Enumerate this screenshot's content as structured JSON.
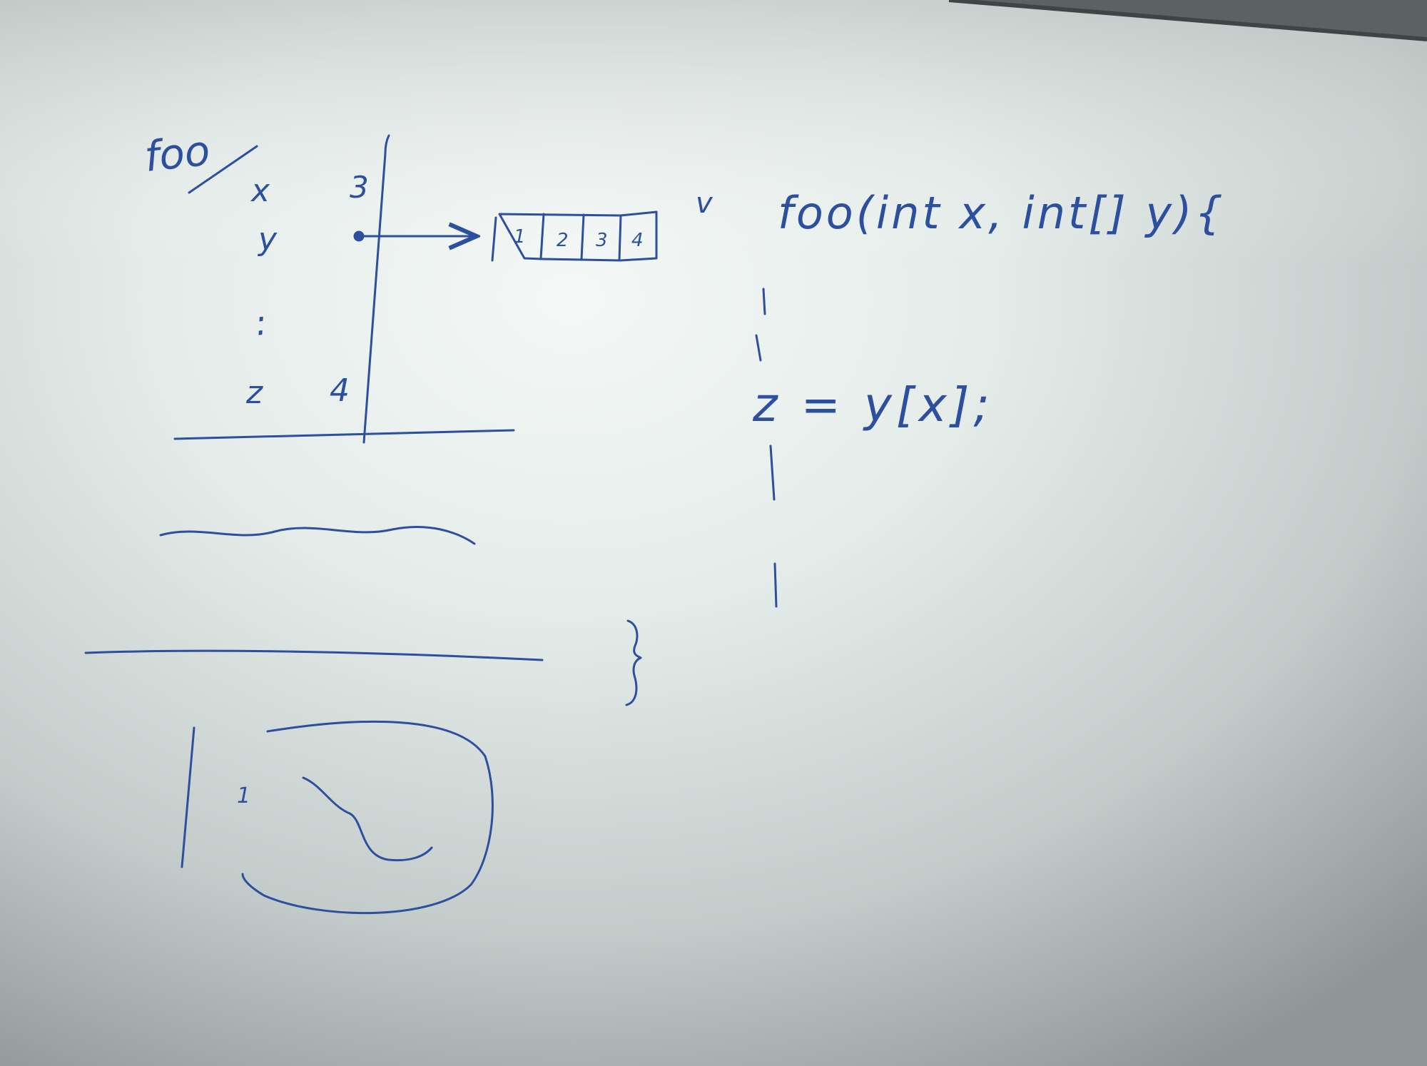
{
  "board": {
    "colors": {
      "ink": "#2c4f9e",
      "board_light": "#f1f6f4",
      "board_mid": "#c9d6d2",
      "board_shadow": "#7c8486",
      "frame": "#5c6264"
    }
  },
  "frame": {
    "label": "foo",
    "rows": [
      {
        "name": "x",
        "value": "3"
      },
      {
        "name": "y",
        "value": ""
      },
      {
        "name": ":",
        "value": ""
      },
      {
        "name": "z",
        "value": "4"
      }
    ]
  },
  "array": {
    "cells": [
      "1",
      "2",
      "3",
      "4"
    ]
  },
  "code": {
    "check": "v",
    "signature": "foo(int x, int[] y){",
    "statement": "z = y[x];",
    "closing": "}"
  },
  "sketch": {
    "cell_label": "1"
  }
}
